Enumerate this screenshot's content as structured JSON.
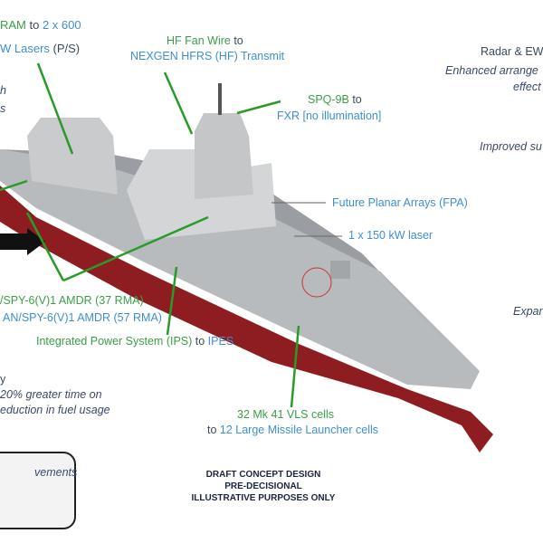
{
  "labels": {
    "ram_a": "RAM",
    "ram_to": " to ",
    "ram_b": "2 x 600",
    "lasers": "W Lasers",
    "lasers_ps": " (P/S)",
    "left_h": "h",
    "left_s": "s",
    "hf_a": "HF Fan Wire",
    "hf_to": " to",
    "hf_b": "NEXGEN HFRS (HF) Transmit",
    "spq_a": "SPQ-9B",
    "spq_to": " to",
    "spq_b": "FXR [no illumination]",
    "radar_title": "Radar & EW",
    "radar_l1": "Enhanced arrange",
    "radar_l2": "effect",
    "improved": "Improved su",
    "fpa": "Future Planar Arrays (FPA)",
    "laser150": "1 x 150 kW laser",
    "expan": "Expan",
    "spy_a": "/SPY-6(V)1 AMDR (37 RMA)",
    "spy_b": "AN/SPY-6(V)1 AMDR (57 RMA)",
    "ips_a": "Integrated Power System (IPS)",
    "ips_to": " to ",
    "ips_b": "IPES",
    "eff_title": "y",
    "eff_l1": "20% greater time on",
    "eff_l2": "eduction in fuel usage",
    "vls_a": "32 Mk 41 VLS cells",
    "vls_to": "to ",
    "vls_b": "12 Large Missile Launcher cells",
    "box_text": "vements",
    "draft_1": "DRAFT CONCEPT DESIGN",
    "draft_2": "PRE-DECISIONAL",
    "draft_3": "ILLUSTRATIVE PURPOSES ONLY"
  },
  "colors": {
    "old": "#3aa046",
    "new": "#3d8fd4",
    "hull": "#8e1d22"
  }
}
